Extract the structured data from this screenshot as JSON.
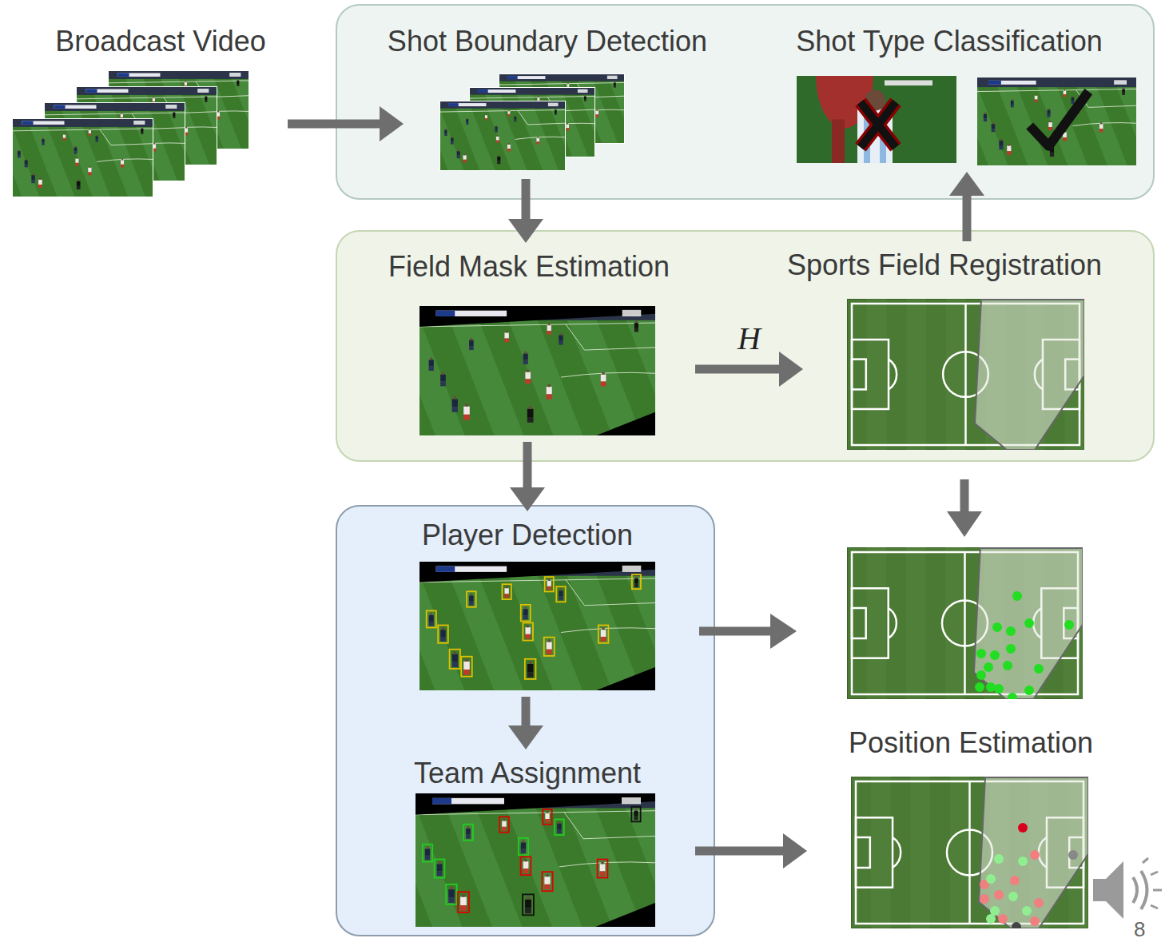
{
  "diagram": {
    "nodes": [
      {
        "text": [
          "Broadcast Video"
        ]
      },
      {
        "text": []
      },
      {
        "text": [
          "Shot Boundary Detection"
        ],
        "in": 1
      },
      {
        "text": [
          "Shot Type Classification"
        ],
        "in": 1
      },
      {
        "text": []
      },
      {
        "text": [
          "Field Mask Estimation"
        ],
        "in": 4
      },
      {
        "text": [
          "Sports Field Registration"
        ],
        "in": 4
      },
      {
        "text": []
      },
      {
        "text": [
          "Player Detection"
        ],
        "in": 7
      },
      {
        "text": [
          "Team Assignment"
        ],
        "in": 7
      },
      {
        "text": [
          "Position Estimation"
        ]
      }
    ],
    "edges": [
      {
        "from": 0,
        "to": 2,
        "arrow": "to"
      },
      {
        "from": 2,
        "to": 5,
        "arrow": "to"
      },
      {
        "from": 5,
        "to": 6,
        "label": "H",
        "arrow": "to"
      },
      {
        "from": 6,
        "to": 3,
        "arrow": "to"
      },
      {
        "from": 5,
        "to": 8,
        "arrow": "to"
      },
      {
        "from": 8,
        "to": 9,
        "arrow": "to"
      },
      {
        "from": 9,
        "to": 10,
        "arrow": "to"
      }
    ],
    "labels": [
      "8"
    ]
  }
}
